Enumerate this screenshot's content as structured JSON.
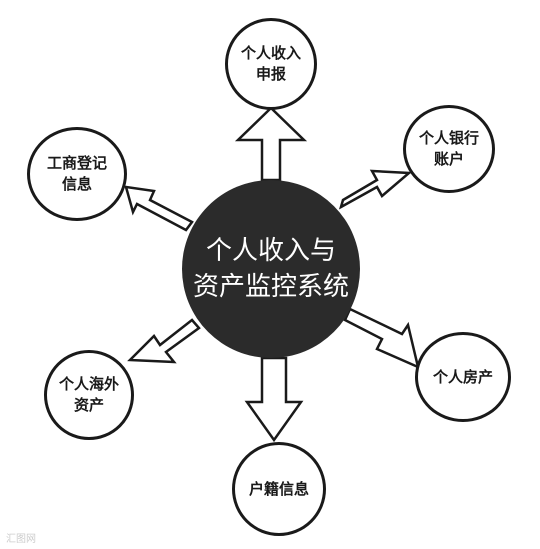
{
  "center": {
    "line1": "个人收入与",
    "line2": "资产监控系统"
  },
  "nodes": {
    "top": {
      "line1": "个人收入",
      "line2": "申报"
    },
    "upper_right": {
      "line1": "个人银行",
      "line2": "账户"
    },
    "lower_right": {
      "line1": "个人房产"
    },
    "bottom": {
      "line1": "户籍信息"
    },
    "lower_left": {
      "line1": "个人海外",
      "line2": "资产"
    },
    "upper_left": {
      "line1": "工商登记",
      "line2": "信息"
    }
  },
  "colors": {
    "stroke": "#1a1a1a",
    "center_fill": "#2b2b2b"
  },
  "watermark": {
    "text": "汇图网"
  }
}
